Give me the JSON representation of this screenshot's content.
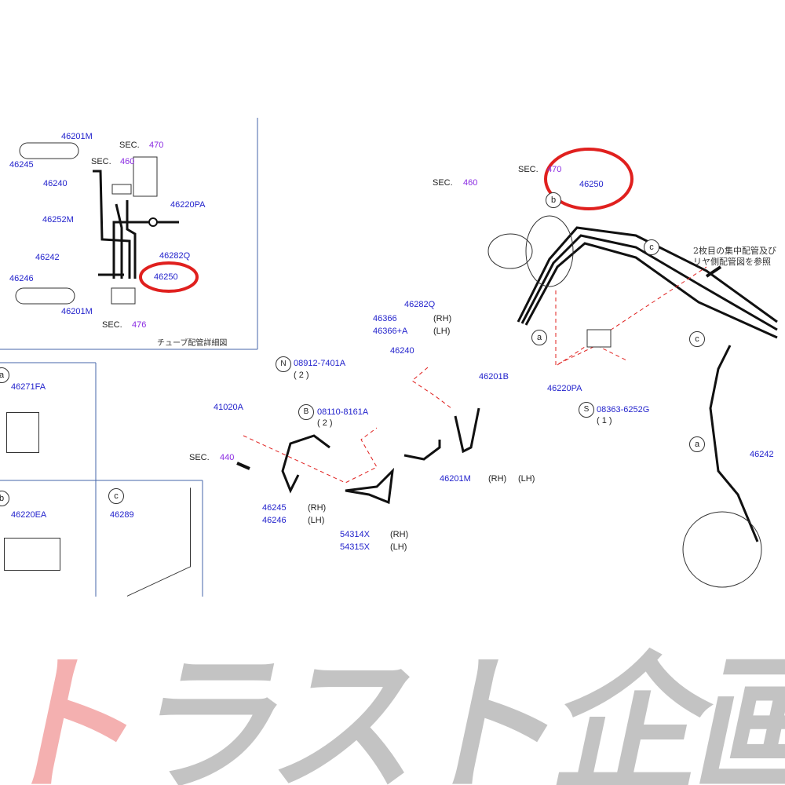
{
  "inset": {
    "labels": {
      "p46201M_top": "46201M",
      "sec470": "SEC.",
      "sec470n": "470",
      "p46245": "46245",
      "sec460": "SEC.",
      "sec460n": "460",
      "p46240": "46240",
      "p46220PA": "46220PA",
      "p46252M": "46252M",
      "p46282Q": "46282Q",
      "p46242": "46242",
      "p46250": "46250",
      "p46246": "46246",
      "p46201M_bot": "46201M",
      "sec476": "SEC.",
      "sec476n": "476"
    },
    "caption": "チューブ配管詳細図"
  },
  "details": [
    {
      "letter": "a",
      "part": "46271FA"
    },
    {
      "letter": "b",
      "part": "46220EA"
    },
    {
      "letter": "c",
      "part": "46289"
    }
  ],
  "main": {
    "sec460": "SEC.",
    "sec460n": "460",
    "sec470": "SEC.",
    "sec470n": "470",
    "p46250": "46250",
    "note1": "2枚目の集中配管及び",
    "note2": "リヤ側配管図を参照",
    "p46282Q": "46282Q",
    "p46366": "46366",
    "p46366A": "46366+A",
    "rh": "(RH)",
    "lh": "(LH)",
    "p46240": "46240",
    "n_code": "N",
    "p08912": "08912-7401A",
    "qty2": "( 2 )",
    "p46201B": "46201B",
    "p46220PA": "46220PA",
    "s_code": "S",
    "p08363": "08363-6252G",
    "qty1": "( 1 )",
    "p41020A": "41020A",
    "b_code": "B",
    "p08110": "08110-8161A",
    "qty2b": "( 2 )",
    "sec440": "SEC.",
    "sec440n": "440",
    "p46245": "46245",
    "p46246": "46246",
    "p46201M": "46201M",
    "p54314X": "54314X",
    "p54315X": "54315X",
    "p46242": "46242",
    "callout_a": "a",
    "callout_b": "b",
    "callout_c": "c"
  },
  "watermark": "トラスト企画",
  "colors": {
    "part": "#2222cc",
    "sec": "#8a2be2",
    "highlight": "#e0201e"
  }
}
